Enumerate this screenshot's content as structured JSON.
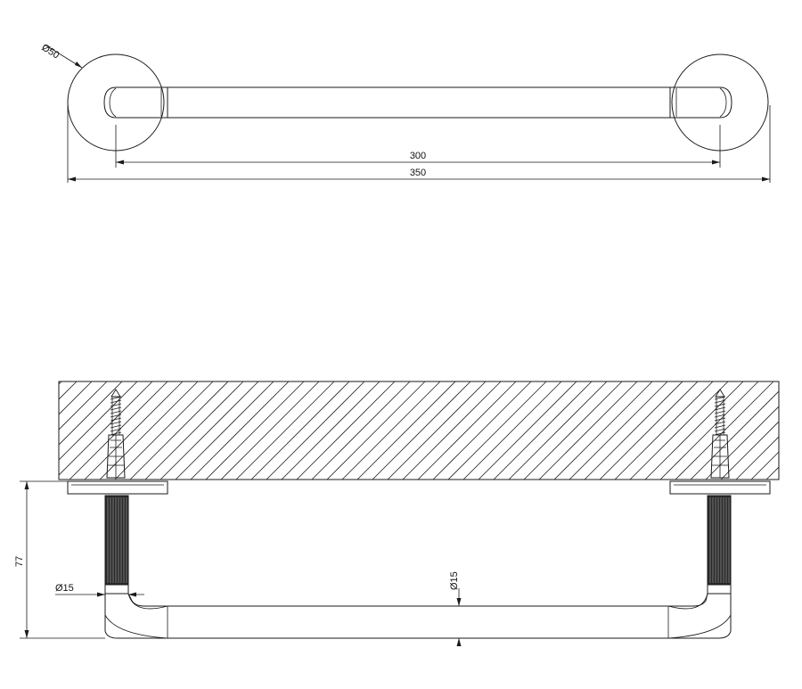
{
  "top_view": {
    "diameter_label": "Ø50",
    "inner_dim_label": "300",
    "outer_dim_label": "350"
  },
  "side_view": {
    "height_label": "77",
    "post_diameter_label": "Ø15",
    "bar_diameter_label": "Ø15"
  },
  "colors": {
    "line": "#1a1a1a",
    "background": "#ffffff",
    "post_fill": "#2a2a2a"
  }
}
